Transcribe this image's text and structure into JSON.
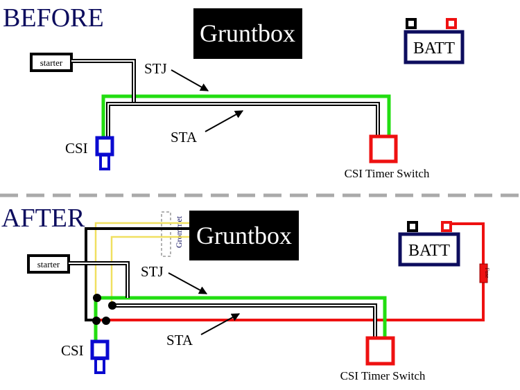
{
  "before": {
    "heading": "BEFORE",
    "gruntbox_label": "Gruntbox",
    "battery_label": "BATT",
    "starter_label": "starter",
    "stj_label": "STJ",
    "sta_label": "STA",
    "csi_label": "CSI",
    "timer_switch_label": "CSI Timer Switch"
  },
  "after": {
    "heading": "AFTER",
    "gruntbox_label": "Gruntbox",
    "battery_label": "BATT",
    "starter_label": "starter",
    "stj_label": "STJ",
    "sta_label": "STA",
    "csi_label": "CSI",
    "timer_switch_label": "CSI Timer Switch",
    "grommet_label": "Grommet",
    "fuse_label": "Fuse"
  },
  "colors": {
    "heading": "#0d0d5e",
    "csi_blue": "#0a0ad0",
    "battery_outline": "#0d0d5e",
    "wire_green": "#22dd11",
    "wire_yellow": "#f0e060",
    "wire_red": "#ee1111",
    "wire_black": "#000000",
    "switch_red": "#ee1111",
    "divider": "#aaaaaa"
  }
}
